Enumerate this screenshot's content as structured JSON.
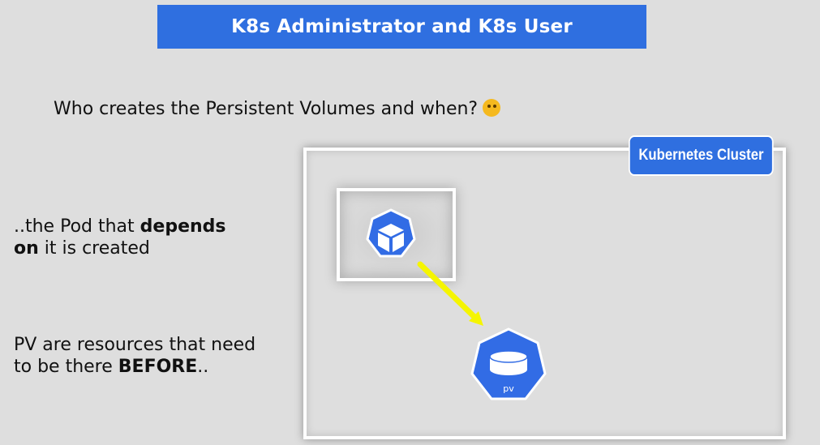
{
  "title": "K8s Administrator and K8s User",
  "question": "Who creates the Persistent Volumes and when?",
  "emoji": "thinking-face",
  "note_pod": {
    "text1": "..the Pod that ",
    "bold1": "depends",
    "bold2": "on",
    "text2": " it is created"
  },
  "note_pv": {
    "text1": "PV are resources that need",
    "text2": "to be there ",
    "bold": "BEFORE",
    "text3": ".."
  },
  "cluster_label": "Kubernetes Cluster",
  "pv_icon_label": "pv",
  "colors": {
    "background": "#dedede",
    "accent_blue": "#2f6fe0",
    "k8s_icon_blue": "#326ce5",
    "arrow_yellow": "#f5f500"
  },
  "icons": [
    "pod-cube-icon",
    "persistent-volume-icon",
    "arrow"
  ]
}
